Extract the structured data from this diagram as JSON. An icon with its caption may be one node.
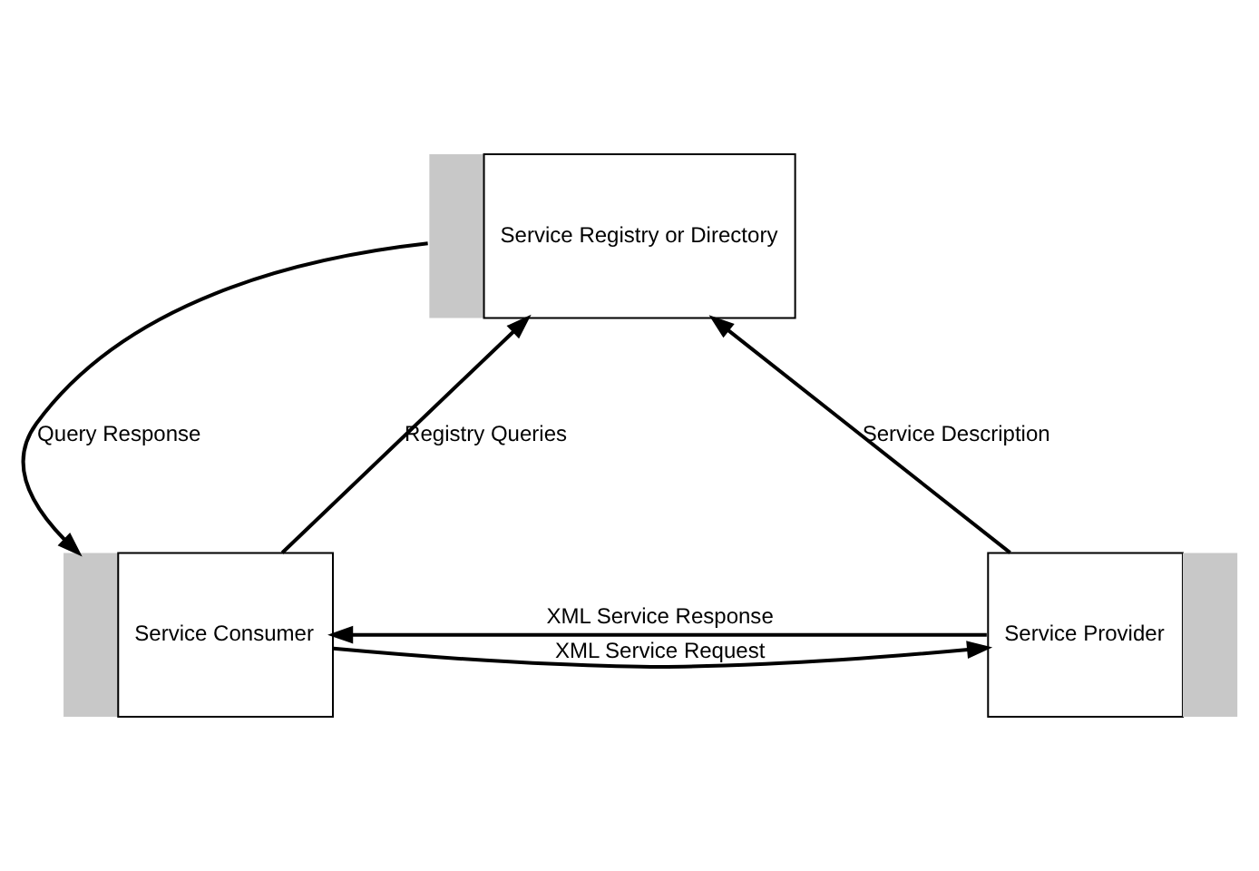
{
  "diagram": {
    "nodes": [
      {
        "text": [
          "Service Registry or Directory"
        ]
      },
      {
        "text": [
          "Service Provider"
        ]
      },
      {
        "text": [
          "Service Consumer"
        ]
      }
    ],
    "edges": [
      {
        "from": 1,
        "to": 0,
        "arrow": "to",
        "label": "Service Description"
      },
      {
        "from": 0,
        "to": 2,
        "arrow": "to",
        "label": "Query Response"
      },
      {
        "from": 2,
        "to": 0,
        "arrow": "to",
        "label": "Registry Queries"
      },
      {
        "from": 2,
        "to": 1,
        "arrow": "to",
        "label": "XML Service Request"
      },
      {
        "from": 1,
        "to": 2,
        "arrow": "to",
        "label": "XML Service Response"
      }
    ]
  }
}
